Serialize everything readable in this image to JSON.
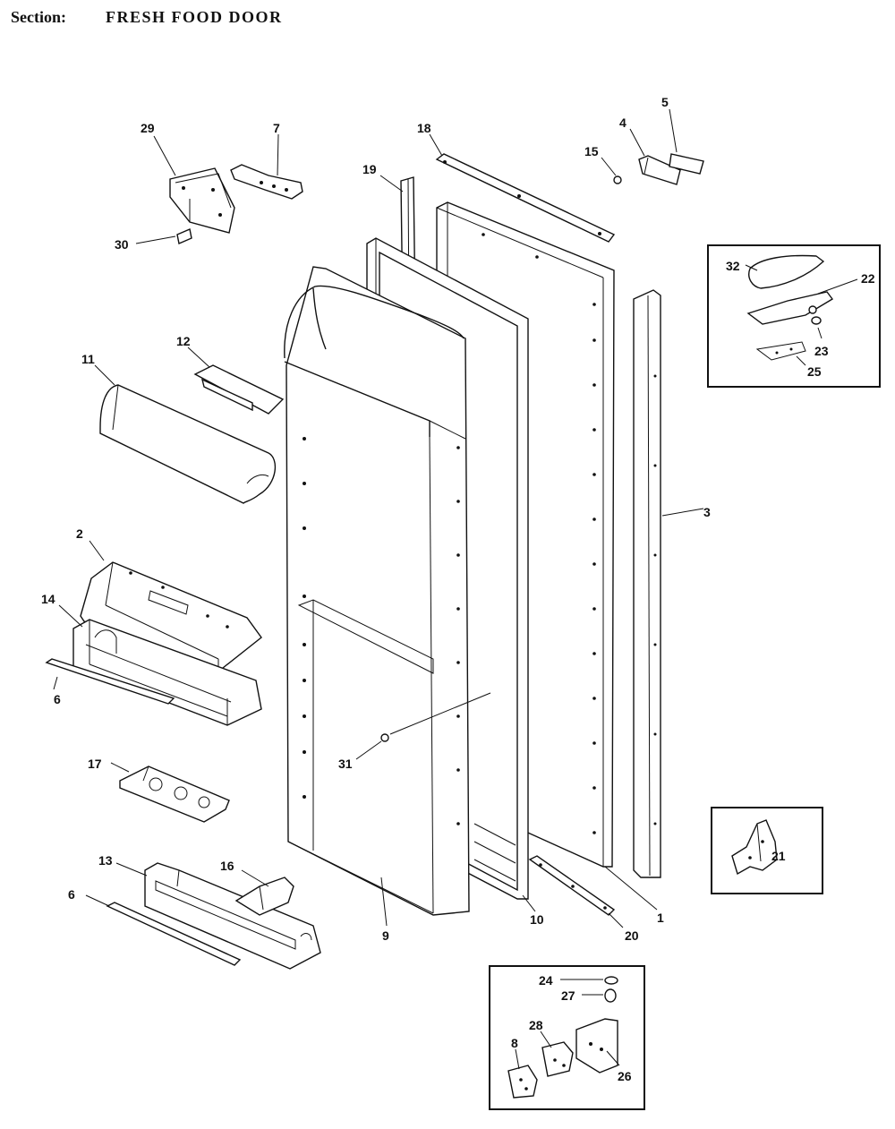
{
  "header": {
    "section_label": "Section:",
    "section_name": "FRESH FOOD DOOR"
  },
  "callouts": {
    "c1": "1",
    "c2": "2",
    "c3": "3",
    "c4": "4",
    "c5": "5",
    "c6a": "6",
    "c6b": "6",
    "c7": "7",
    "c8": "8",
    "c9": "9",
    "c10": "10",
    "c11": "11",
    "c12": "12",
    "c13": "13",
    "c14": "14",
    "c15": "15",
    "c16": "16",
    "c17": "17",
    "c18": "18",
    "c19": "19",
    "c20": "20",
    "c21": "21",
    "c22": "22",
    "c23": "23",
    "c24": "24",
    "c25": "25",
    "c26": "26",
    "c27": "27",
    "c28": "28",
    "c29": "29",
    "c30": "30",
    "c31": "31",
    "c32": "32"
  }
}
